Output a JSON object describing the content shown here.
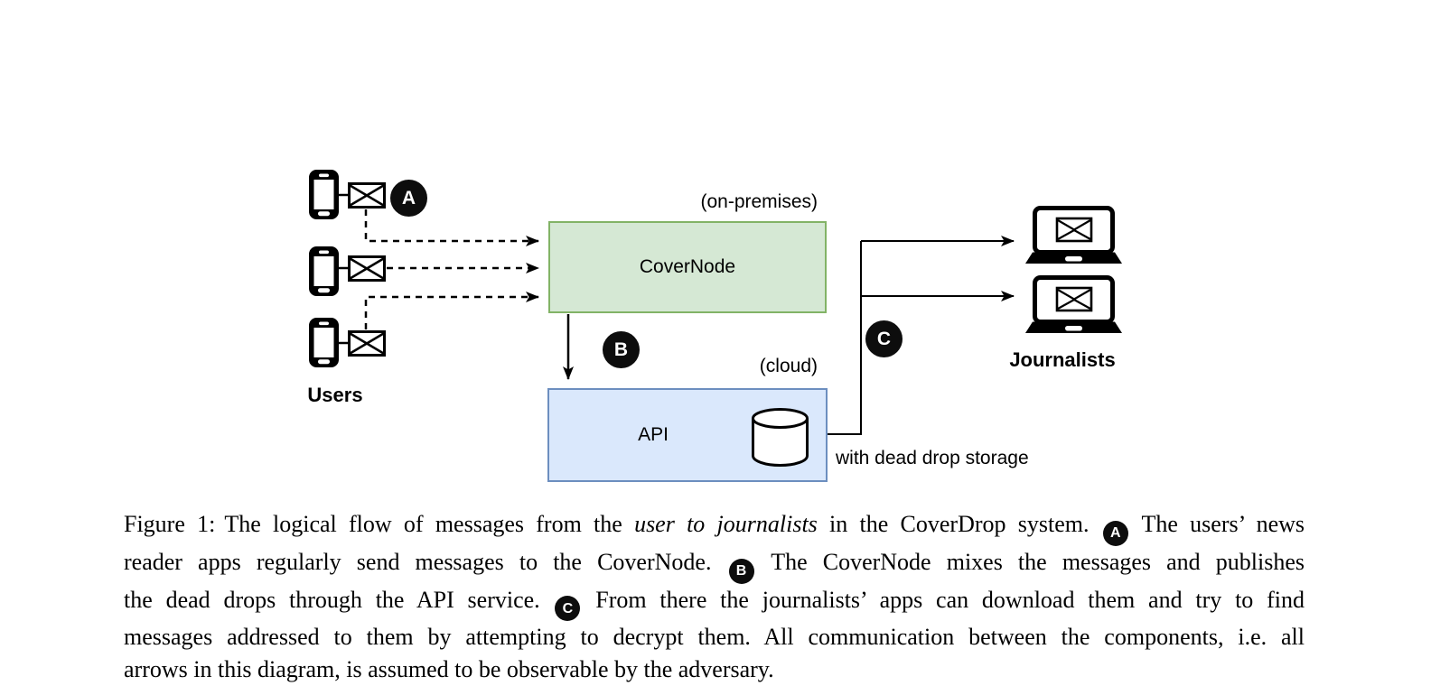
{
  "figure": {
    "diagram": {
      "users_label": "Users",
      "journalists_label": "Journalists",
      "covernode": {
        "label": "CoverNode",
        "region": "(on-premises)",
        "fill": "#d5e8d4",
        "stroke": "#82b366"
      },
      "api": {
        "label": "API",
        "region": "(cloud)",
        "storage_note": "with dead drop storage",
        "fill": "#dae8fc",
        "stroke": "#6c8ebf"
      },
      "badges": {
        "a": "A",
        "b": "B",
        "c": "C"
      },
      "icons": {
        "phone": "smartphone-icon",
        "envelope": "envelope-icon",
        "laptop": "laptop-icon",
        "database": "database-cylinder-icon",
        "arrow": "arrow-icon"
      }
    },
    "caption": {
      "figure_label": "Figure 1:",
      "line1": {
        "a": "The logical flow of messages from the ",
        "italic": "user to journalists",
        "b": " in the CoverDrop system. ",
        "badge": "A",
        "c": " The users’ news"
      },
      "line2": {
        "a": "reader apps regularly send messages to the CoverNode. ",
        "badge": "B",
        "b": " The CoverNode mixes the messages and publishes"
      },
      "line3": {
        "a": "the dead drops through the API service. ",
        "badge": "C",
        "b": " From there the journalists’ apps can download them and try to find"
      },
      "line4": "messages addressed to them by attempting to decrypt them. All communication between the components, i.e. all",
      "line5": "arrows in this diagram, is assumed to be observable by the adversary."
    }
  }
}
